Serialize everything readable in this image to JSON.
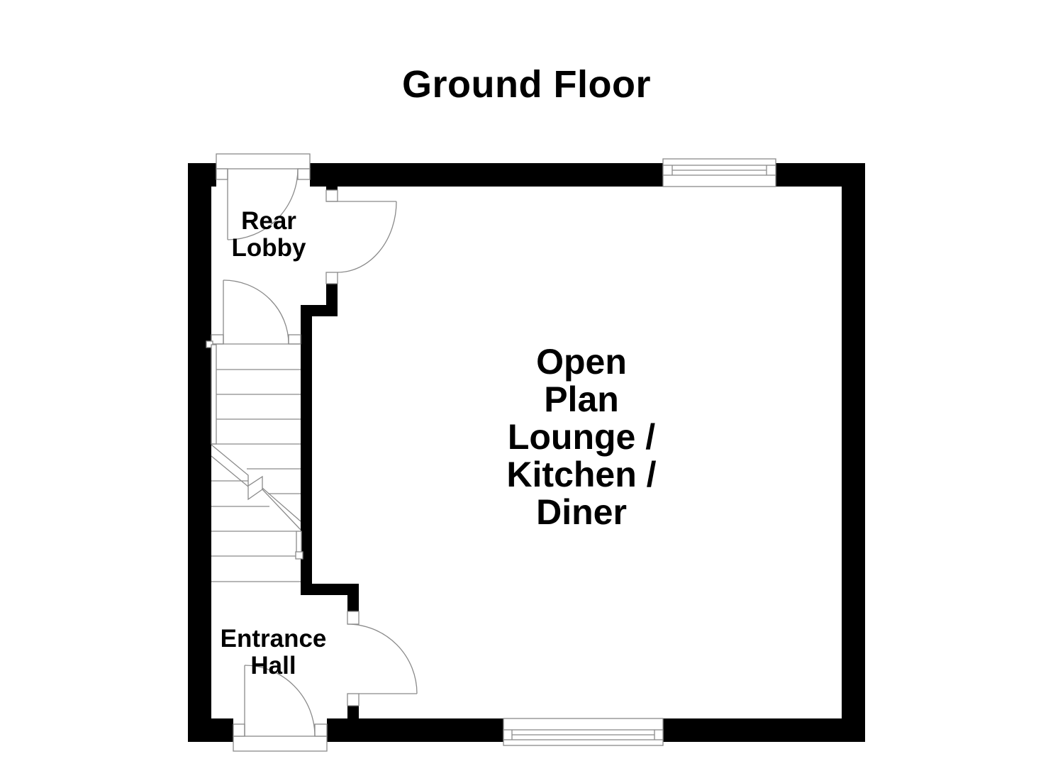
{
  "plan": {
    "title": "Ground Floor",
    "rooms": [
      {
        "id": "rear-lobby",
        "label": "Rear\nLobby"
      },
      {
        "id": "entrance-hall",
        "label": "Entrance\nHall"
      },
      {
        "id": "open-plan",
        "label": "Open\nPlan\nLounge /\nKitchen /\nDiner"
      }
    ],
    "colors": {
      "wall": "#000000",
      "fixture_line": "#8a8a8a",
      "background": "#ffffff"
    }
  }
}
